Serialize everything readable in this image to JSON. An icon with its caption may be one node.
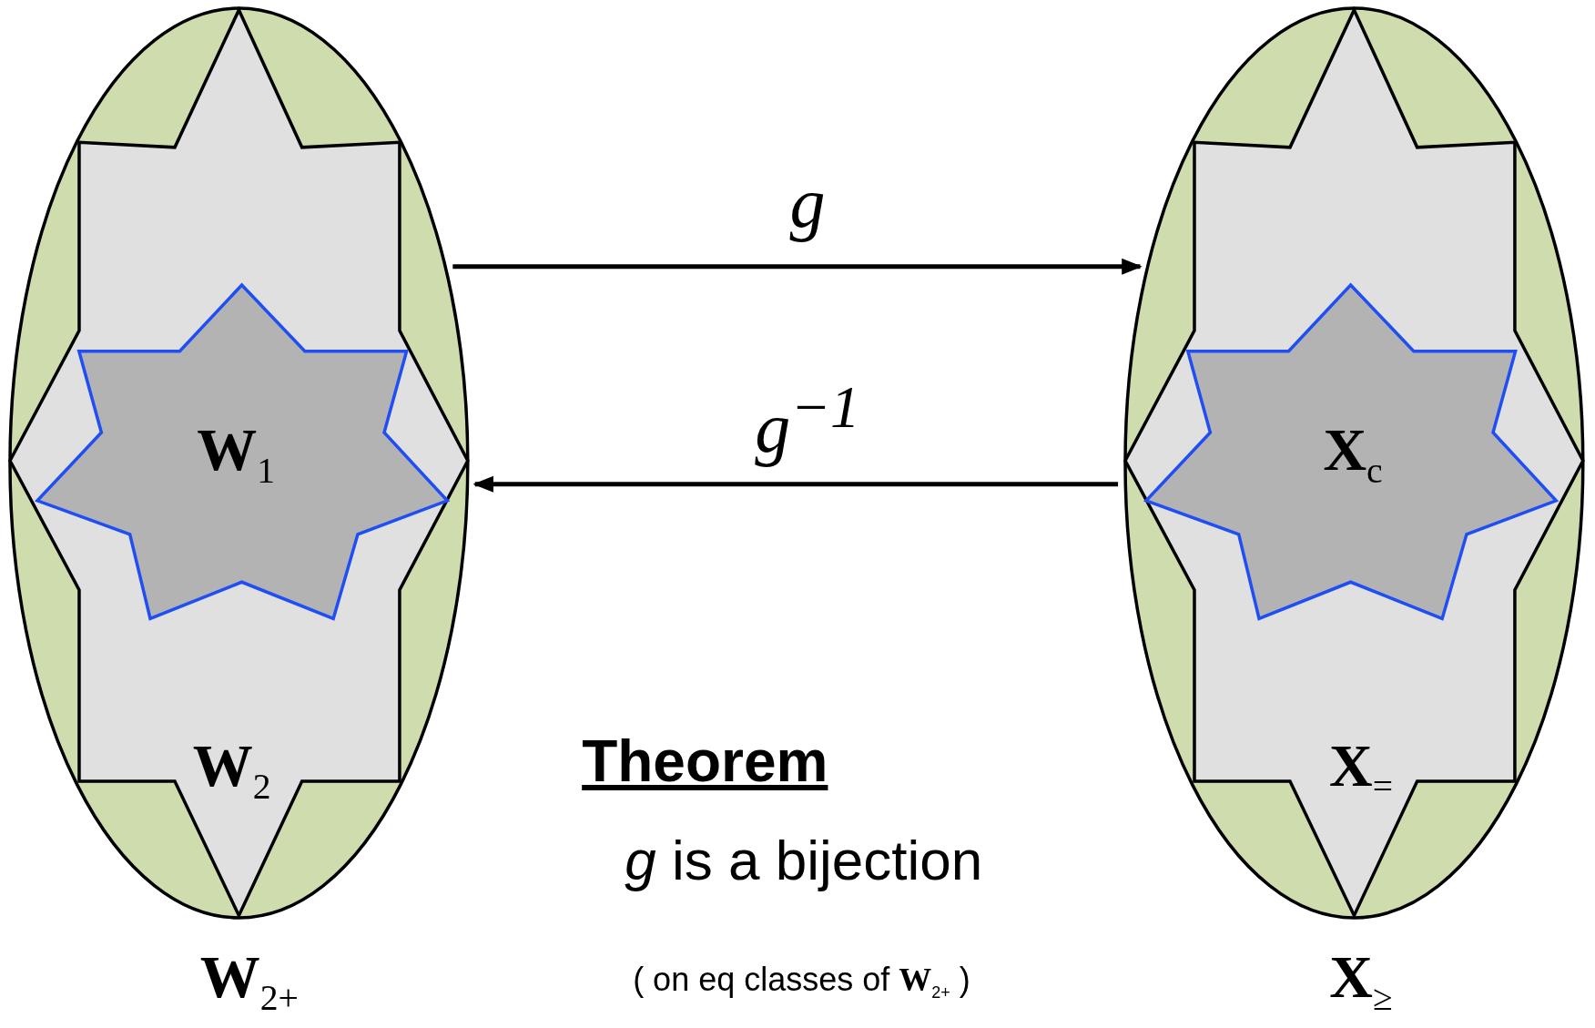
{
  "diagram": {
    "nodes": [
      {
        "text": [
          "**W**$_{2+}$"
        ]
      },
      {
        "text": [
          "**W**$_{2}$"
        ],
        "in": 0
      },
      {
        "text": [
          "**W**$_{1}$"
        ],
        "in": 1
      },
      {
        "text": [
          "**X**$_{≥}$"
        ]
      },
      {
        "text": [
          "**X**$_{=}$"
        ],
        "in": 3
      },
      {
        "text": [
          "**X**$_{c}$"
        ],
        "in": 4
      }
    ],
    "edges": [
      {
        "from": 0,
        "to": 3,
        "arrow": "to",
        "label": "g"
      },
      {
        "from": 3,
        "to": 0,
        "arrow": "to",
        "label": "g$^{−1}$"
      }
    ],
    "labels": [
      "Theorem",
      "*g* is a bijection",
      "( on eq classes of **W**$_{2+}$ )"
    ]
  }
}
